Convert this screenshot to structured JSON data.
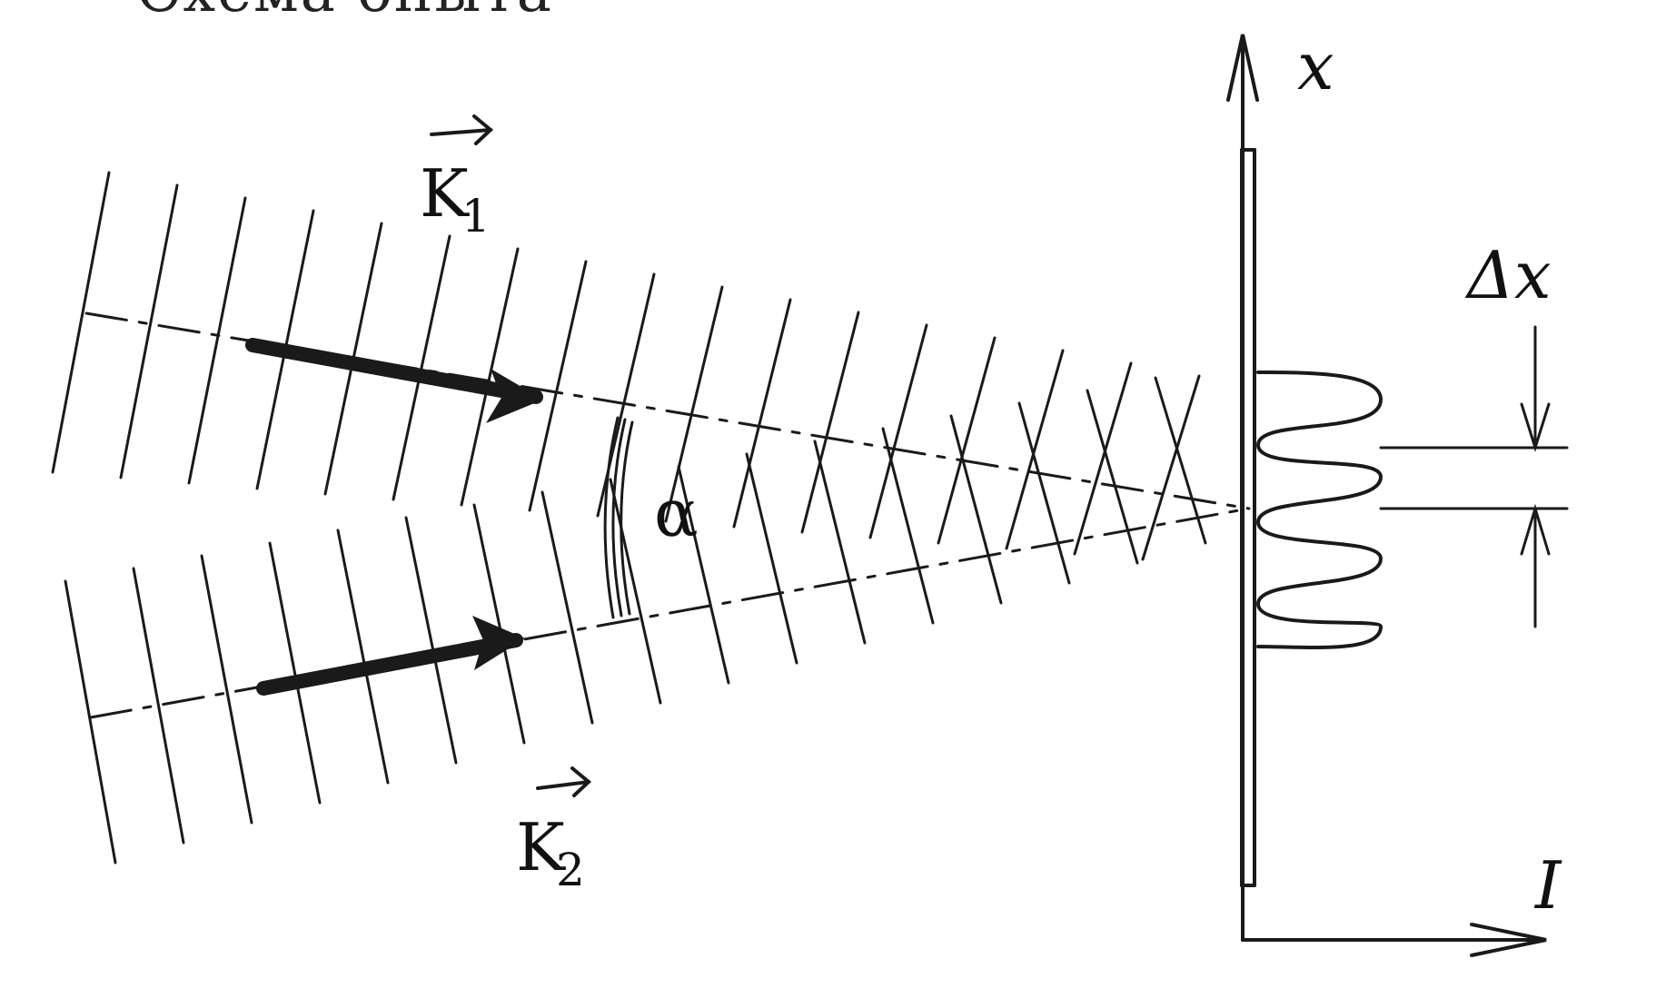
{
  "header": {
    "text": "Схема опыта"
  },
  "labels": {
    "k1_main": "K",
    "k1_sub": "1",
    "k2_main": "K",
    "k2_sub": "2",
    "alpha": "α",
    "x_axis": "x",
    "delta_x": "Δx",
    "intensity_axis": "I"
  },
  "colors": {
    "ink": "#1a1a1a",
    "background": "#ffffff"
  }
}
